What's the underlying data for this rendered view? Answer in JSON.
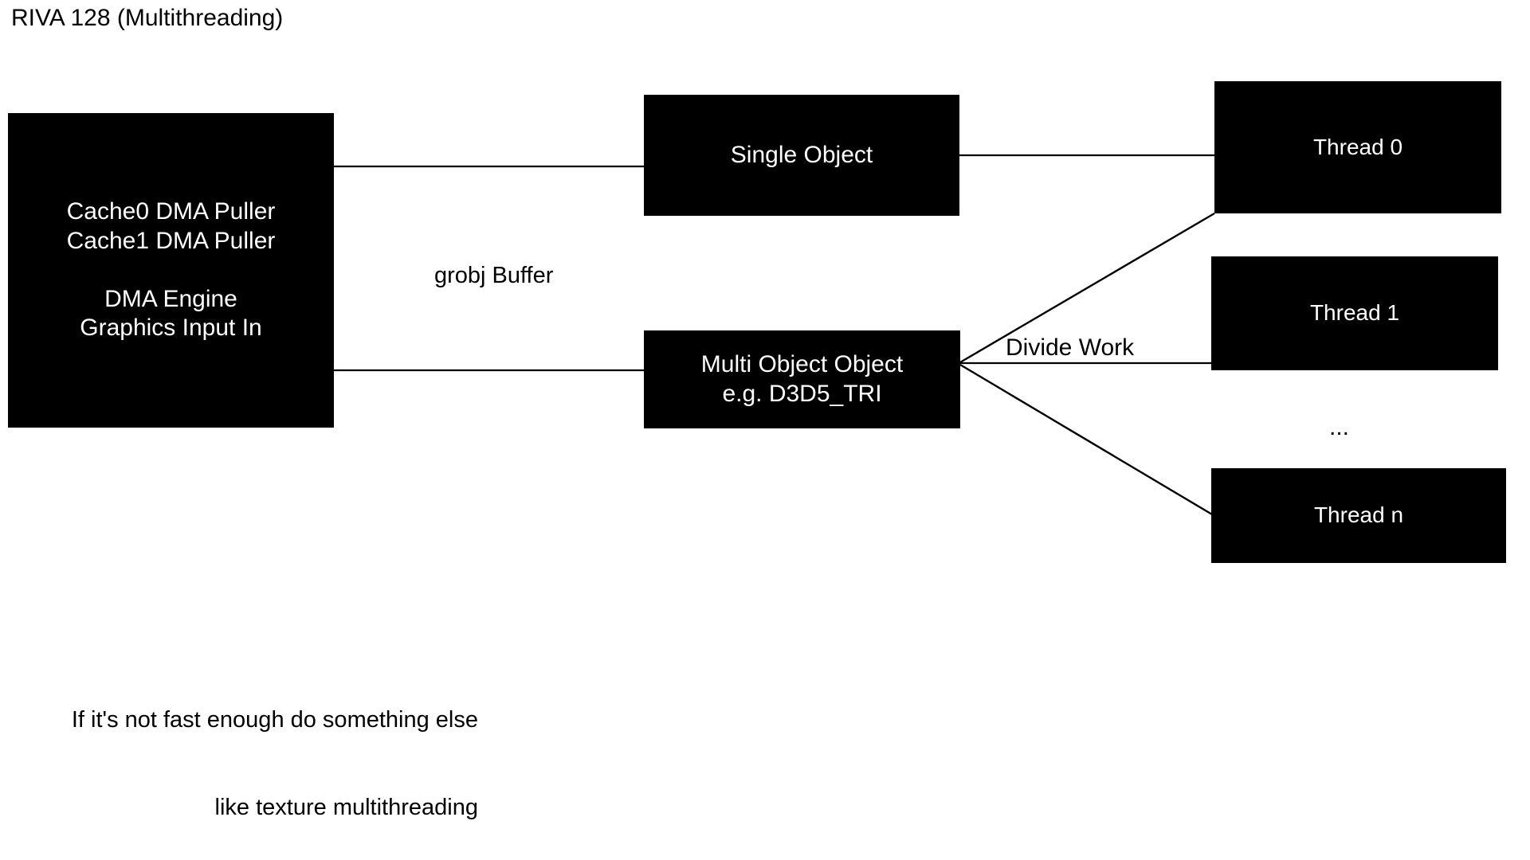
{
  "title": "RIVA 128 (Multithreading)",
  "colors": {
    "background": "#ffffff",
    "node_fill": "#000000",
    "node_text": "#ffffff",
    "edge": "#000000",
    "label_text": "#000000"
  },
  "nodes": {
    "dma_engine": {
      "lines": [
        "Cache0 DMA Puller",
        "Cache1 DMA Puller",
        "DMA Engine",
        "Graphics Input In"
      ]
    },
    "single_object": {
      "lines": [
        "Single Object"
      ]
    },
    "multi_object": {
      "lines": [
        "Multi Object Object",
        "e.g. D3D5_TRI"
      ]
    },
    "thread_0": {
      "lines": [
        "Thread 0"
      ]
    },
    "thread_1": {
      "lines": [
        "Thread 1"
      ]
    },
    "thread_n": {
      "lines": [
        "Thread n"
      ]
    }
  },
  "labels": {
    "grobj_buffer": "grobj Buffer",
    "divide_work": "Divide Work",
    "thread_ellipsis": "..."
  },
  "footnote": {
    "lines": [
      "If it's not fast enough do something else",
      "like texture multithreading"
    ]
  },
  "edges": [
    {
      "name": "dma-engine-to-single-object",
      "from": "dma_engine",
      "to": "single_object"
    },
    {
      "name": "dma-engine-to-multi-object",
      "from": "dma_engine",
      "to": "multi_object"
    },
    {
      "name": "single-object-to-thread-0",
      "from": "single_object",
      "to": "thread_0"
    },
    {
      "name": "multi-object-to-thread-0",
      "from": "multi_object",
      "to": "thread_0",
      "label": "Divide Work"
    },
    {
      "name": "multi-object-to-thread-1",
      "from": "multi_object",
      "to": "thread_1",
      "label": "Divide Work"
    },
    {
      "name": "multi-object-to-thread-n",
      "from": "multi_object",
      "to": "thread_n",
      "label": "Divide Work"
    }
  ]
}
